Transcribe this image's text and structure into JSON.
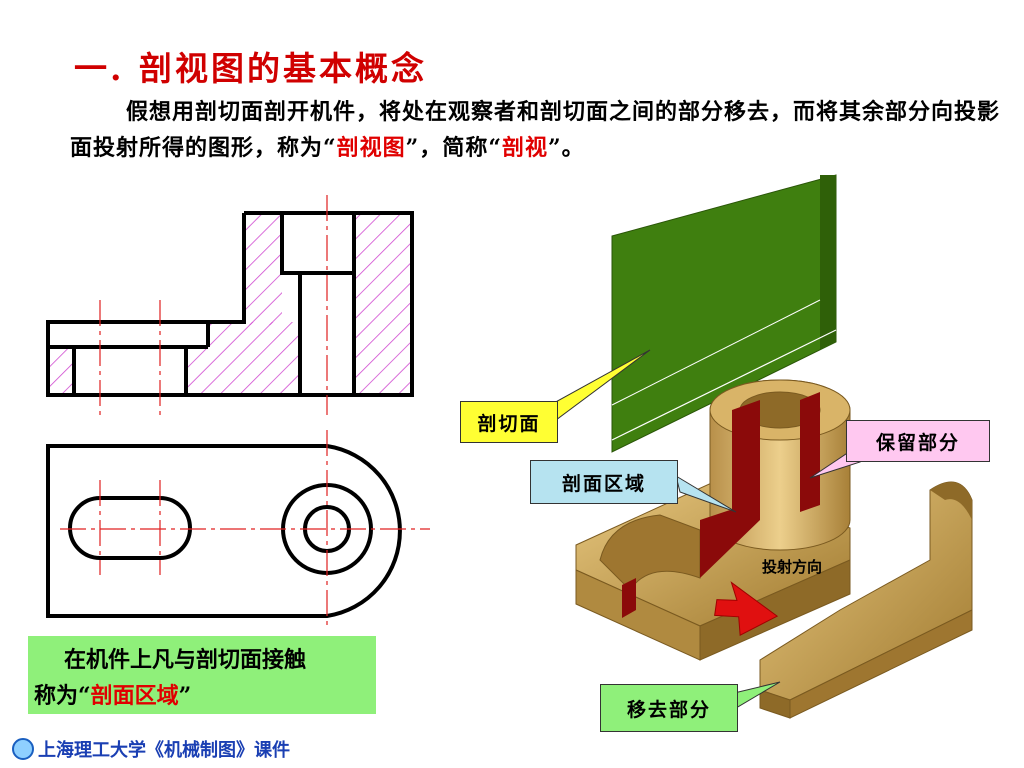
{
  "title": "一. 剖视图的基本概念",
  "intro": {
    "part1": "假想用剖切面剖开机件，将处在观察者和剖切面之间的部分移去，而将其余部分向投影面投射所得的图形，称为“",
    "term1": "剖视图",
    "part2": "”，简称“",
    "term2": "剖视",
    "part3": "”。"
  },
  "callouts": {
    "cutting_plane": "剖切面",
    "section_region": "剖面区域",
    "kept_part": "保留部分",
    "removed_part": "移去部分",
    "projection_direction": "投射方向"
  },
  "note": {
    "line1": "在机件上凡与剖切面接触",
    "prefix": "称为“",
    "term": "剖面区域",
    "suffix": "”"
  },
  "footer": "上海理工大学《机械制图》课件",
  "colors": {
    "title": "#d00000",
    "hatch": "#d04ad0",
    "centerline": "#e02020",
    "plane": "#3f7f0f",
    "body": "#c9a458",
    "section": "#8b0a0a",
    "arrow": "#e01010"
  }
}
